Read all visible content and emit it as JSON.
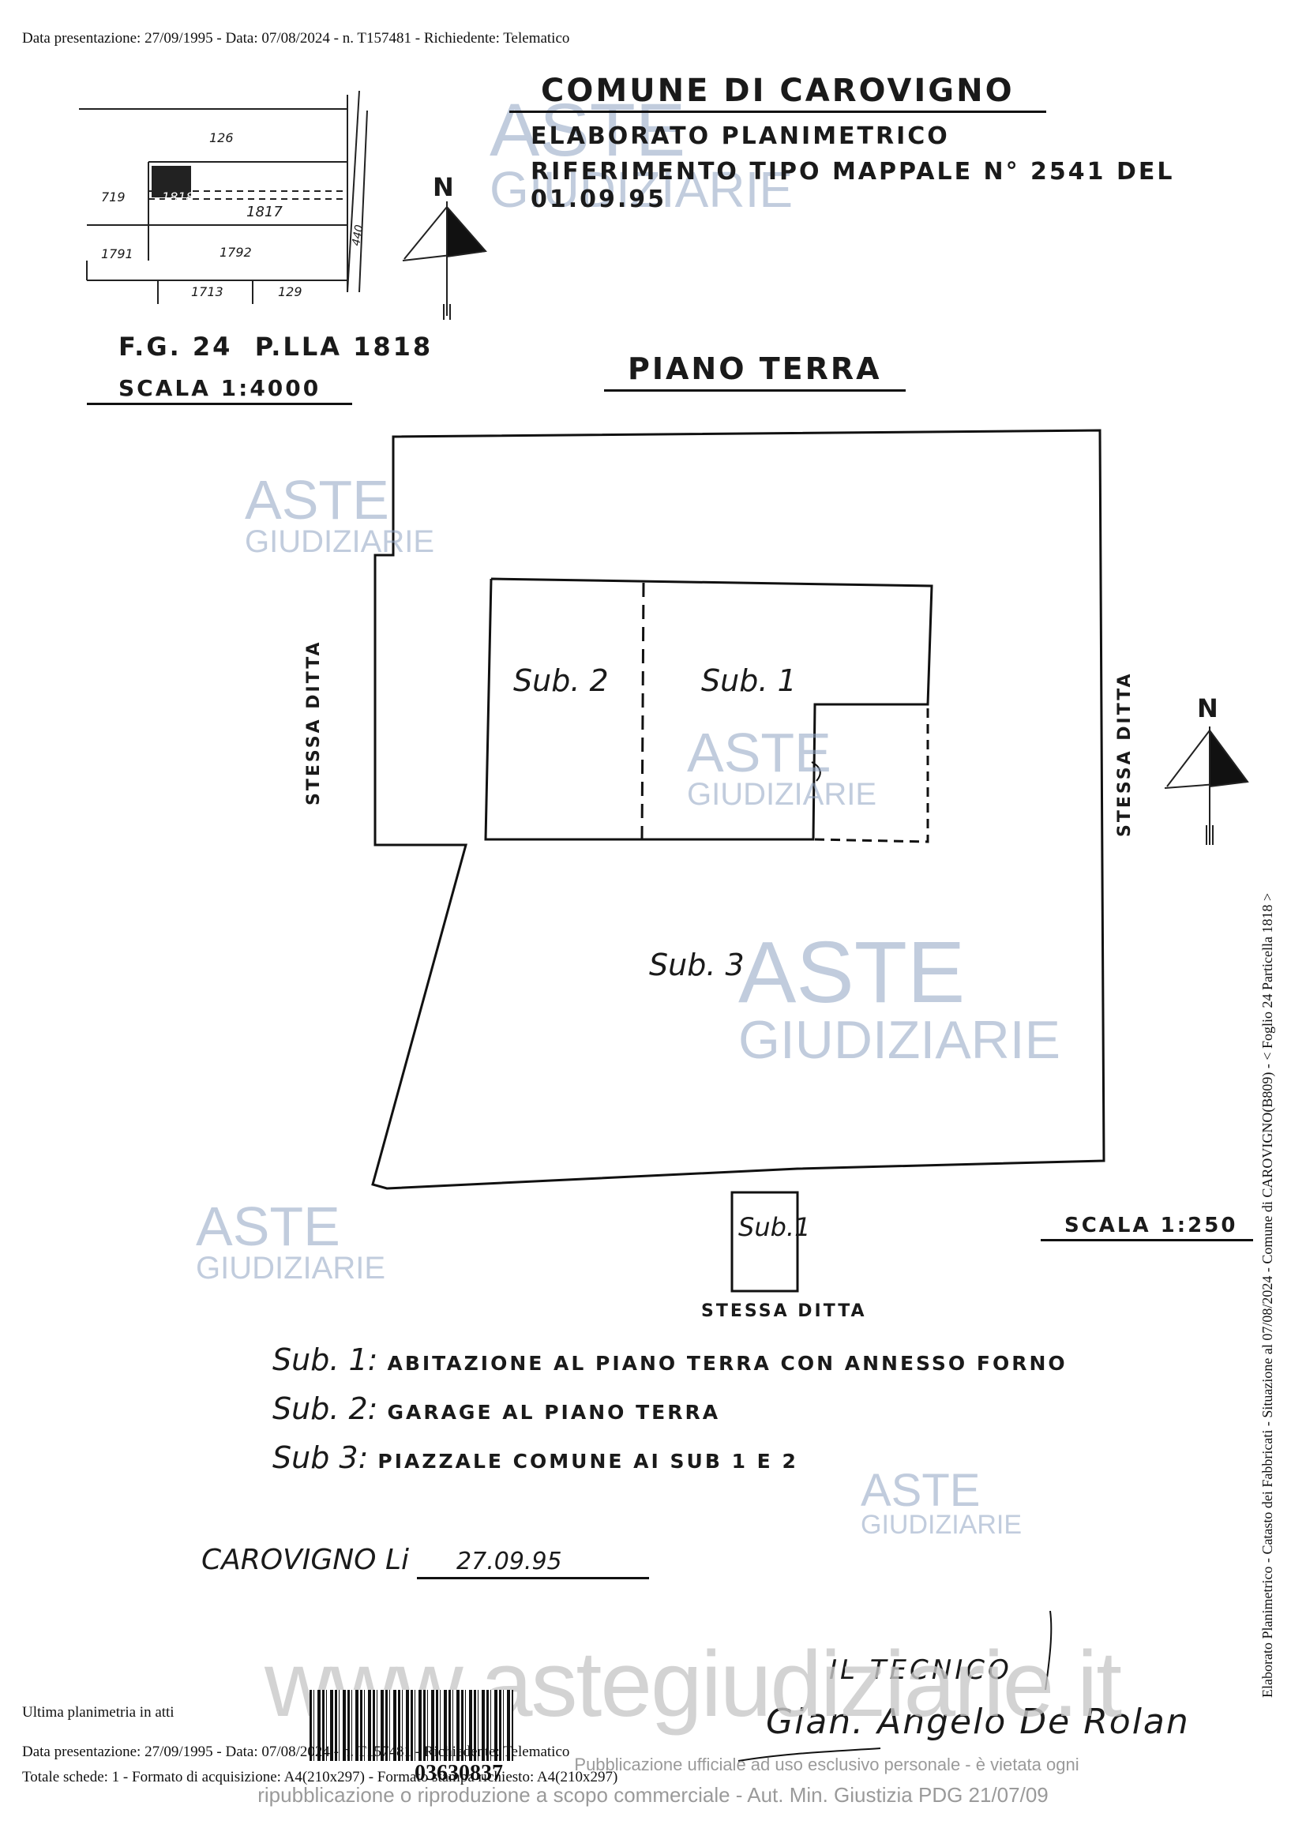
{
  "header": {
    "top_line": "Data presentazione: 27/09/1995 - Data: 07/08/2024 - n. T157481 - Richiedente: Telematico"
  },
  "title_block": {
    "comune": "COMUNE DI CAROVIGNO",
    "elaborato": "ELABORATO PLANIMETRICO",
    "riferimento": "RIFERIMENTO TIPO MAPPALE N° 2541 DEL 01.09.95"
  },
  "inset_map": {
    "parcels": [
      "126",
      "719",
      "1818",
      "1817",
      "1791",
      "1792",
      "1713",
      "129",
      "440"
    ],
    "foglio": "F.G. 24  P.LLA 1818",
    "scala": "SCALA 1:4000",
    "north": "N"
  },
  "floor_plan": {
    "floor_title": "PIANO TERRA",
    "rooms": [
      "Sub. 2",
      "Sub. 1",
      "Sub. 3",
      "Sub.1"
    ],
    "side_labels": {
      "left": "STESSA DITTA",
      "right": "STESSA DITTA",
      "bottom": "STESSA DITTA"
    },
    "scala": "SCALA 1:250",
    "north": "N"
  },
  "legend": [
    {
      "key": "Sub. 1:",
      "text": "ABITAZIONE AL PIANO TERRA CON ANNESSO FORNO"
    },
    {
      "key": "Sub. 2:",
      "text": "GARAGE AL PIANO TERRA"
    },
    {
      "key": "Sub 3:",
      "text": "PIAZZALE COMUNE AI SUB 1 E 2"
    }
  ],
  "place_date": {
    "place": "CAROVIGNO Li",
    "date": "27.09.95"
  },
  "signature": {
    "label": "IL TECNICO",
    "name": "Gian. Angelo De Rolan"
  },
  "side_strip": "Elaborato Planimetrico - Catasto dei Fabbricati - Situazione al 07/08/2024 - Comune di CAROVIGNO(B809) - < Foglio 24 Particella 1818 >",
  "footer": {
    "last_plan": "Ultima planimetria in atti",
    "line1": "Data presentazione: 27/09/1995 - Data: 07/08/2024 - n. T157481 - Richiedente: Telematico",
    "line2": "Totale schede: 1 - Formato di acquisizione: A4(210x297) - Formato stampa richiesto: A4(210x297)",
    "barcode_number": "03630837"
  },
  "watermark": {
    "aste": "ASTE",
    "giudiziarie": "GIUDIZIARIE",
    "site": "www.astegiudiziarie.it",
    "disclaimer_1": "Pubblicazione ufficiale ad uso esclusivo personale - è vietata ogni",
    "disclaimer_2": "ripubblicazione o riproduzione a scopo commerciale - Aut. Min. Giustizia PDG 21/07/09"
  }
}
